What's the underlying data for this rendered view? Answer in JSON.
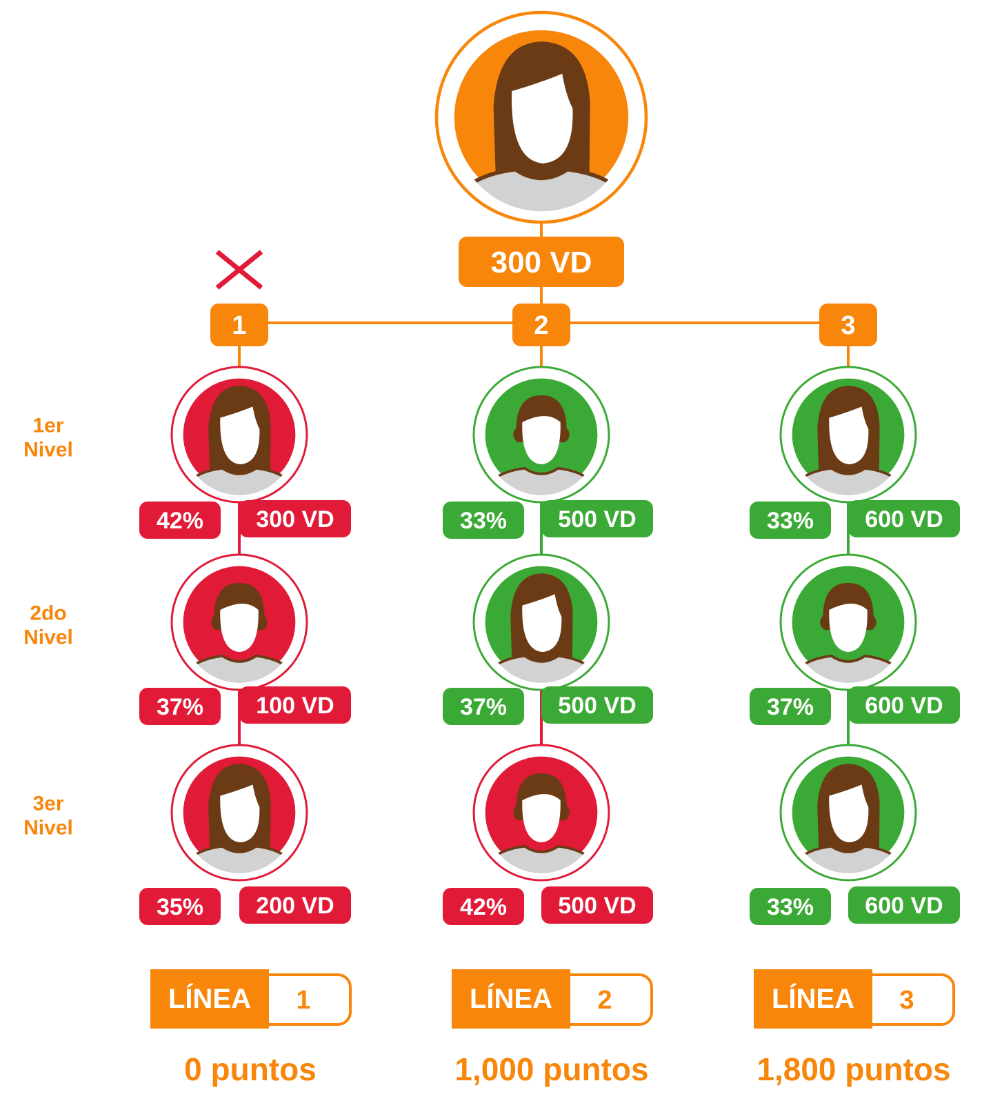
{
  "colors": {
    "orange": "#F7860A",
    "red": "#E01A37",
    "green": "#3BA935",
    "hair": "#6A3B14",
    "skin": "#FFFFFF",
    "shirt": "#D2D2D2",
    "white": "#FFFFFF"
  },
  "root": {
    "vd_label": "300 VD",
    "status": "orange",
    "avatar": "woman-long-hair"
  },
  "level_labels": [
    {
      "line1": "1er",
      "line2": "Nivel"
    },
    {
      "line1": "2do",
      "line2": "Nivel"
    },
    {
      "line1": "3er",
      "line2": "Nivel"
    }
  ],
  "lines": [
    {
      "number": "1",
      "crossed_out": true,
      "cross_icon": "close-icon",
      "badge_word": "LÍNEA",
      "badge_number": "1",
      "points": "0 puntos",
      "members": [
        {
          "percent": "42%",
          "vd": "300 VD",
          "status": "red",
          "avatar": "woman-long-hair"
        },
        {
          "percent": "37%",
          "vd": "100 VD",
          "status": "red",
          "avatar": "woman-short-hair"
        },
        {
          "percent": "35%",
          "vd": "200 VD",
          "status": "red",
          "avatar": "woman-long-hair"
        }
      ]
    },
    {
      "number": "2",
      "crossed_out": false,
      "badge_word": "LÍNEA",
      "badge_number": "2",
      "points": "1,000 puntos",
      "members": [
        {
          "percent": "33%",
          "vd": "500 VD",
          "status": "green",
          "avatar": "woman-short-hair"
        },
        {
          "percent": "37%",
          "vd": "500 VD",
          "status": "green",
          "avatar": "woman-long-hair"
        },
        {
          "percent": "42%",
          "vd": "500 VD",
          "status": "red",
          "avatar": "woman-short-hair"
        }
      ]
    },
    {
      "number": "3",
      "crossed_out": false,
      "badge_word": "LÍNEA",
      "badge_number": "3",
      "points": "1,800 puntos",
      "members": [
        {
          "percent": "33%",
          "vd": "600 VD",
          "status": "green",
          "avatar": "woman-long-hair"
        },
        {
          "percent": "37%",
          "vd": "600 VD",
          "status": "green",
          "avatar": "woman-short-hair"
        },
        {
          "percent": "33%",
          "vd": "600 VD",
          "status": "green",
          "avatar": "woman-long-hair"
        }
      ]
    }
  ]
}
